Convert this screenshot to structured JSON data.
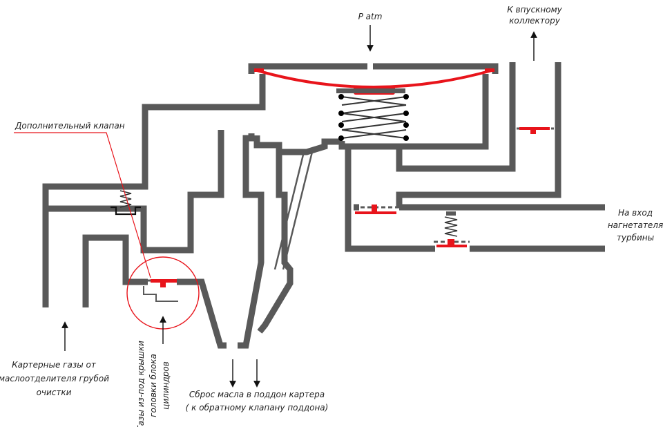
{
  "labels": {
    "p_atm": "P atm",
    "intake_line1": "К впускному",
    "intake_line2": "коллектору",
    "extra_valve": "Дополнительный клапан",
    "turbo_line1": "На вход",
    "turbo_line2": "нагнетателя",
    "turbo_line3": "турбины",
    "crankcase_line1": "Картерные газы от",
    "crankcase_line2": "маслоотделителя грубой",
    "crankcase_line3": "очистки",
    "head_line1": "Газы из-под крышки",
    "head_line2": "головки блока",
    "head_line3": "цилиндров",
    "drain_line1": "Сброс масла в поддон картера",
    "drain_line2": "( к обратному клапану поддона)"
  },
  "colors": {
    "wall": "#595959",
    "valve": "#e8141b",
    "spring": "#333333",
    "arrow": "#111111",
    "text": "#222222"
  }
}
